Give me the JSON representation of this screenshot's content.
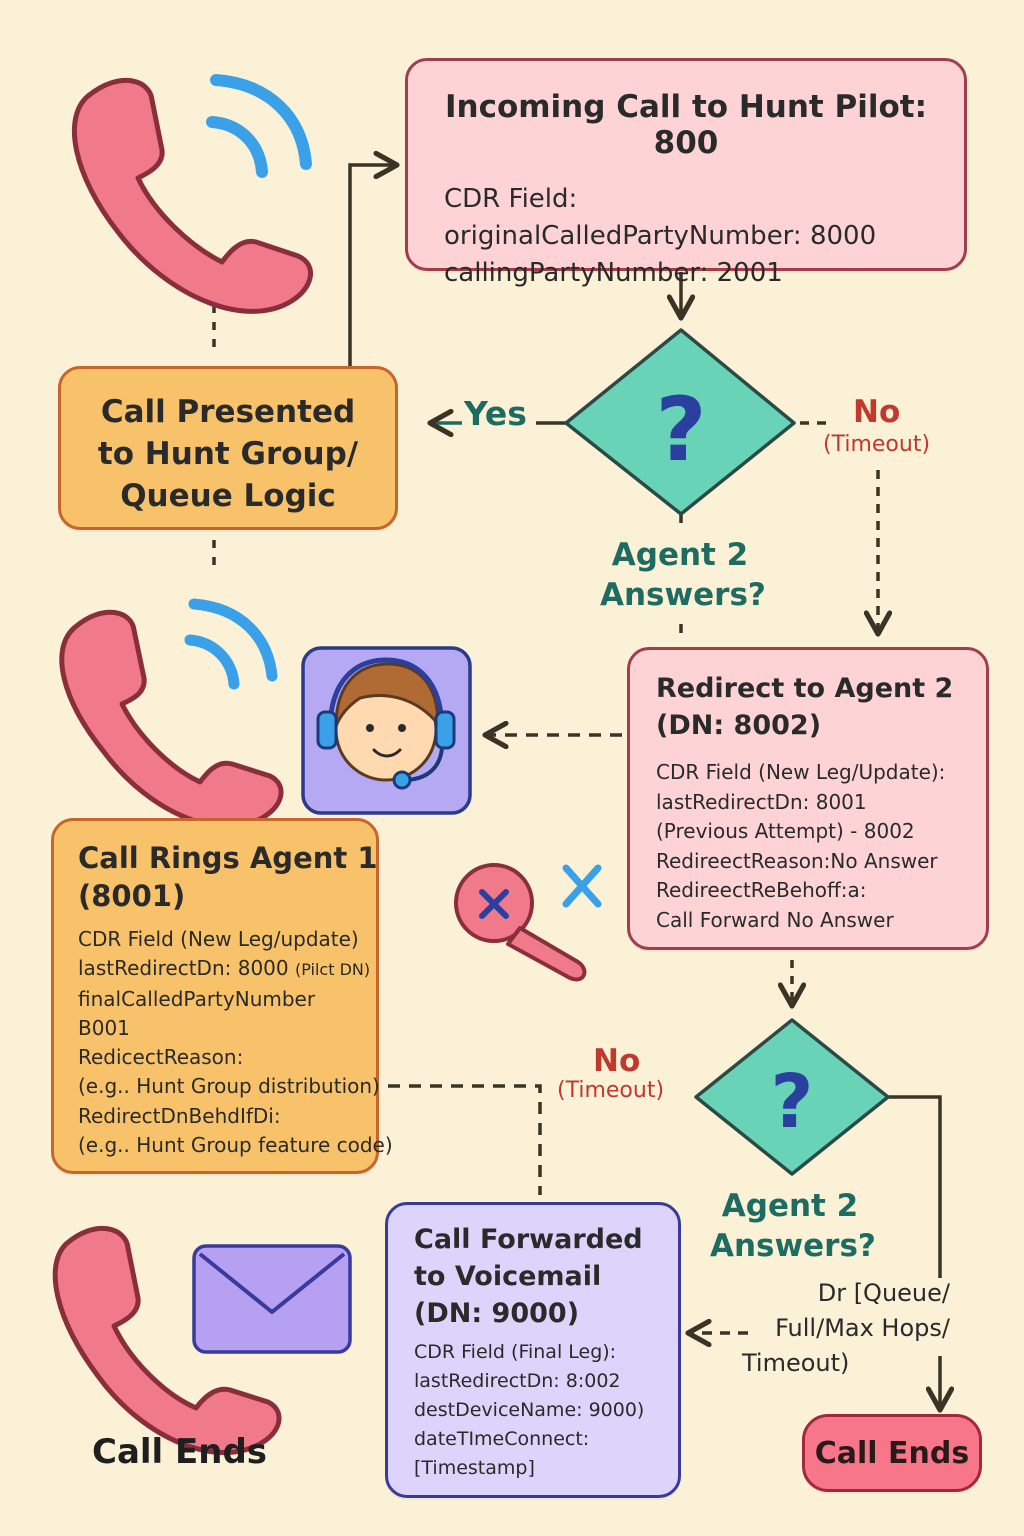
{
  "incoming": {
    "title": "Incoming Call to Hunt Pilot: 800",
    "lines": [
      "CDR Field:",
      "originalCalledPartyNumber: 8000",
      "callingPartyNumber: 2001"
    ]
  },
  "presented": {
    "lines": [
      "Call Presented",
      "to Hunt Group/",
      "Queue Logic"
    ]
  },
  "decision1": {
    "yes_label": "Yes",
    "no_label": "No",
    "no_sub": "(Timeout)",
    "question_lines": [
      "Agent 2",
      "Answers?"
    ]
  },
  "redirect": {
    "title_lines": [
      "Redirect to Agent 2",
      "(DN: 8002)"
    ],
    "fields": [
      "CDR Field (New Leg/Update):",
      "lastRedirectDn: 8001",
      "(Previous Attempt) - 8002",
      "RedireectReason:No Answer",
      "RedireectReBehoff:a:",
      "Call Forward No Answer"
    ]
  },
  "rings": {
    "title_lines": [
      "Call Rings Agent 1",
      "(8001)"
    ],
    "field1": "CDR Field (New Leg/update)",
    "field2_main": "lastRedirectDn: 8000 ",
    "field2_small": "(Pilct DN)",
    "fields_rest": [
      "finalCalledPartyNumber",
      "B001",
      "RedicectReason:",
      "(e.g.. Hunt Group distribution)",
      "RedirectDnBehdIfDi:",
      "(e.g.. Hunt Group feature code)"
    ]
  },
  "decision2": {
    "no_label": "No",
    "no_sub": "(Timeout)",
    "question_lines": [
      "Agent 2",
      "Answers?"
    ],
    "side_lines": [
      "Dr [Queue/",
      "Full/Max Hops/",
      "Timeout)"
    ]
  },
  "voicemail": {
    "title_lines": [
      "Call Forwarded",
      "to Voicemail",
      "(DN: 9000)"
    ],
    "fields": [
      "CDR Field (Final Leg):",
      "lastRedirectDn: 8:002",
      "destDeviceName: 9000)",
      "dateTImeConnect:",
      "[Timestamp]"
    ]
  },
  "end_left": "Call Ends",
  "end_right": "Call Ends",
  "icons": [
    "phone-ringing-icon",
    "phone-ringing-icon",
    "agent-headset-icon",
    "missed-call-icon",
    "phone-icon",
    "envelope-icon",
    "question-mark-icon"
  ],
  "colors": {
    "pink_box": "#fdd3d6",
    "orange_box": "#f8c26b",
    "lavender_box": "#dcd4fa",
    "teal_diamond": "#69d3b7",
    "phone": "#f07a8a",
    "waves": "#3aa0e8",
    "end_pill": "#f7768a"
  }
}
